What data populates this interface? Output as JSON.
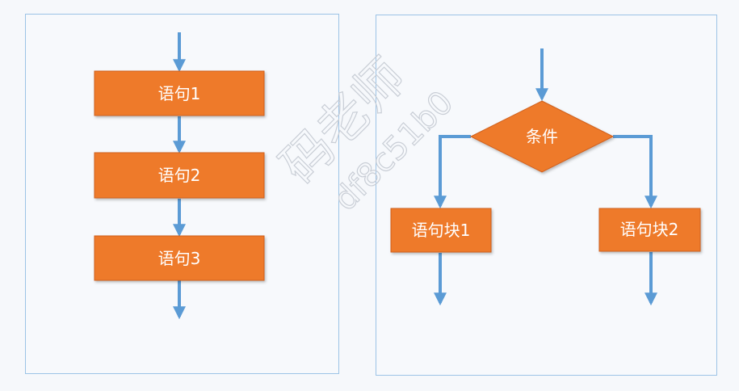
{
  "colors": {
    "background": "#f6f8fb",
    "panel_border": "#9cc3e6",
    "arrow": "#5b9bd5",
    "node_fill": "#ee7a2c",
    "node_stroke": "#d0601b",
    "node_text": "#ffffff",
    "watermark": "#c9ced6"
  },
  "sequence": {
    "statements": [
      "语句1",
      "语句2",
      "语句3"
    ]
  },
  "branch": {
    "condition": "条件",
    "block_left": "语句块1",
    "block_right": "语句块2"
  },
  "watermark": {
    "name": "码老师",
    "code": "df8c51b0"
  }
}
